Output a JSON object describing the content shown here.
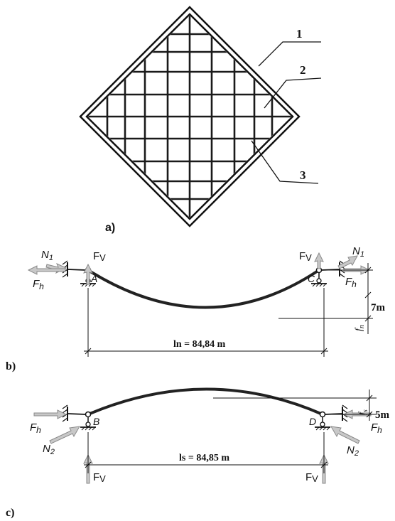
{
  "part_a": {
    "callout_1": "1",
    "callout_2": "2",
    "callout_3": "3",
    "caption": "a)"
  },
  "part_b": {
    "caption": "b)",
    "support_left": "A",
    "support_right": "C",
    "force_n": "N",
    "force_n_sub": "1",
    "force_v": "F",
    "force_v_sub": "V",
    "force_h": "F",
    "force_h_sub": "h",
    "sag_label": "f",
    "sag_label_sub": "n",
    "height_value": "7m",
    "span_label": "ln = 84,84 m"
  },
  "part_c": {
    "caption": "c)",
    "support_left": "B",
    "support_right": "D",
    "force_n": "N",
    "force_n_sub": "2",
    "force_v": "F",
    "force_v_sub": "V",
    "force_h": "F",
    "force_h_sub": "h",
    "rise_label": "f",
    "rise_label_sub": "s",
    "height_value": "5m",
    "span_label": "ls = 84,85 m"
  },
  "colors": {
    "line": "#111111",
    "arrow_fill": "#c8c8c8",
    "arrow_stroke": "#8a8a8a",
    "grid": "#1a1a1a"
  }
}
